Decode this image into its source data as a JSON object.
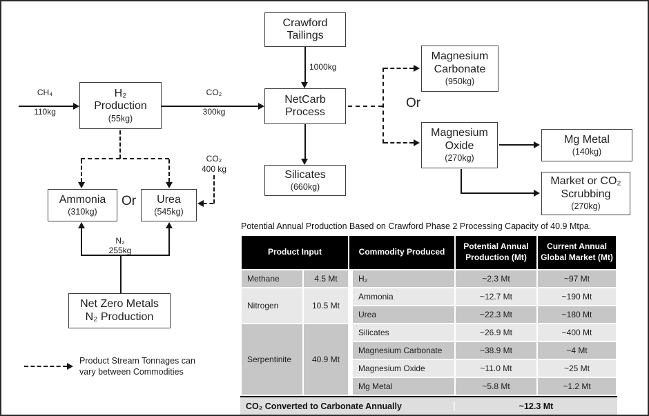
{
  "diagram": {
    "boxes": {
      "crawford_tailings": {
        "line1": "Crawford",
        "line2": "Tailings"
      },
      "h2_production": {
        "line1": "H₂",
        "line2": "Production",
        "qty": "(55kg)"
      },
      "netcarb_process": {
        "line1": "NetCarb",
        "line2": "Process"
      },
      "silicates": {
        "line1": "Silicates",
        "qty": "(660kg)"
      },
      "magnesium_carbonate": {
        "line1": "Magnesium",
        "line2": "Carbonate",
        "qty": "(950kg)"
      },
      "magnesium_oxide": {
        "line1": "Magnesium",
        "line2": "Oxide",
        "qty": "(270kg)"
      },
      "mg_metal": {
        "line1": "Mg Metal",
        "qty": "(140kg)"
      },
      "market_or_co2_scrubbing": {
        "line1": "Market or CO₂",
        "line2": "Scrubbing",
        "qty": "(270kg)"
      },
      "ammonia": {
        "line1": "Ammonia",
        "qty": "(310kg)"
      },
      "urea": {
        "line1": "Urea",
        "qty": "(545kg)"
      },
      "net_zero_metals": {
        "line1": "Net Zero Metals",
        "line2": "N₂ Production"
      }
    },
    "labels": {
      "ch4": "CH₄",
      "ch4_qty": "110kg",
      "co2_in": "CO₂",
      "co2_in_qty": "300kg",
      "tailings_qty": "1000kg",
      "co2_urea": "CO₂",
      "co2_urea_qty": "400 kg",
      "n2": "N₂",
      "n2_qty": "255kg",
      "or_products": "Or",
      "or_magnesium": "Or"
    },
    "legend": {
      "line1": "Product Stream Tonnages can",
      "line2": "vary between Commodities"
    }
  },
  "table": {
    "title": "Potential Annual Production Based on Crawford Phase 2 Processing Capacity of 40.9 Mtpa.",
    "headers": {
      "product_input": "Product Input",
      "commodity": "Commodity Produced",
      "production": "Potential Annual Production (Mt)",
      "market": "Current Annual Global Market (Mt)"
    },
    "groups": [
      {
        "input": "Methane",
        "qty": "4.5 Mt",
        "rows": [
          {
            "commodity": "H₂",
            "production": "~2.3 Mt",
            "market": "~97 Mt"
          }
        ]
      },
      {
        "input": "Nitrogen",
        "qty": "10.5 Mt",
        "rows": [
          {
            "commodity": "Ammonia",
            "production": "~12.7 Mt",
            "market": "~190 Mt"
          },
          {
            "commodity": "Urea",
            "production": "~22.3 Mt",
            "market": "~180 Mt"
          }
        ]
      },
      {
        "input": "Serpentinite",
        "qty": "40.9 Mt",
        "rows": [
          {
            "commodity": "Silicates",
            "production": "~26.9 Mt",
            "market": "~400 Mt"
          },
          {
            "commodity": "Magnesium Carbonate",
            "production": "~38.9 Mt",
            "market": "~4 Mt"
          },
          {
            "commodity": "Magnesium Oxide",
            "production": "~11.0 Mt",
            "market": "~25 Mt"
          },
          {
            "commodity": "Mg Metal",
            "production": "~5.8 Mt",
            "market": "~1.2 Mt"
          }
        ]
      }
    ],
    "footer": {
      "label": "CO₂ Converted to Carbonate Annually",
      "value": "~12.3 Mt"
    }
  },
  "colors": {
    "header_bg": "#000000",
    "header_text": "#ffffff",
    "row_dark": "#c6c6c6",
    "row_light": "#e9e8e8",
    "footer_bg": "#dedede",
    "box_border": "#3f3f3f",
    "line": "#141414"
  }
}
